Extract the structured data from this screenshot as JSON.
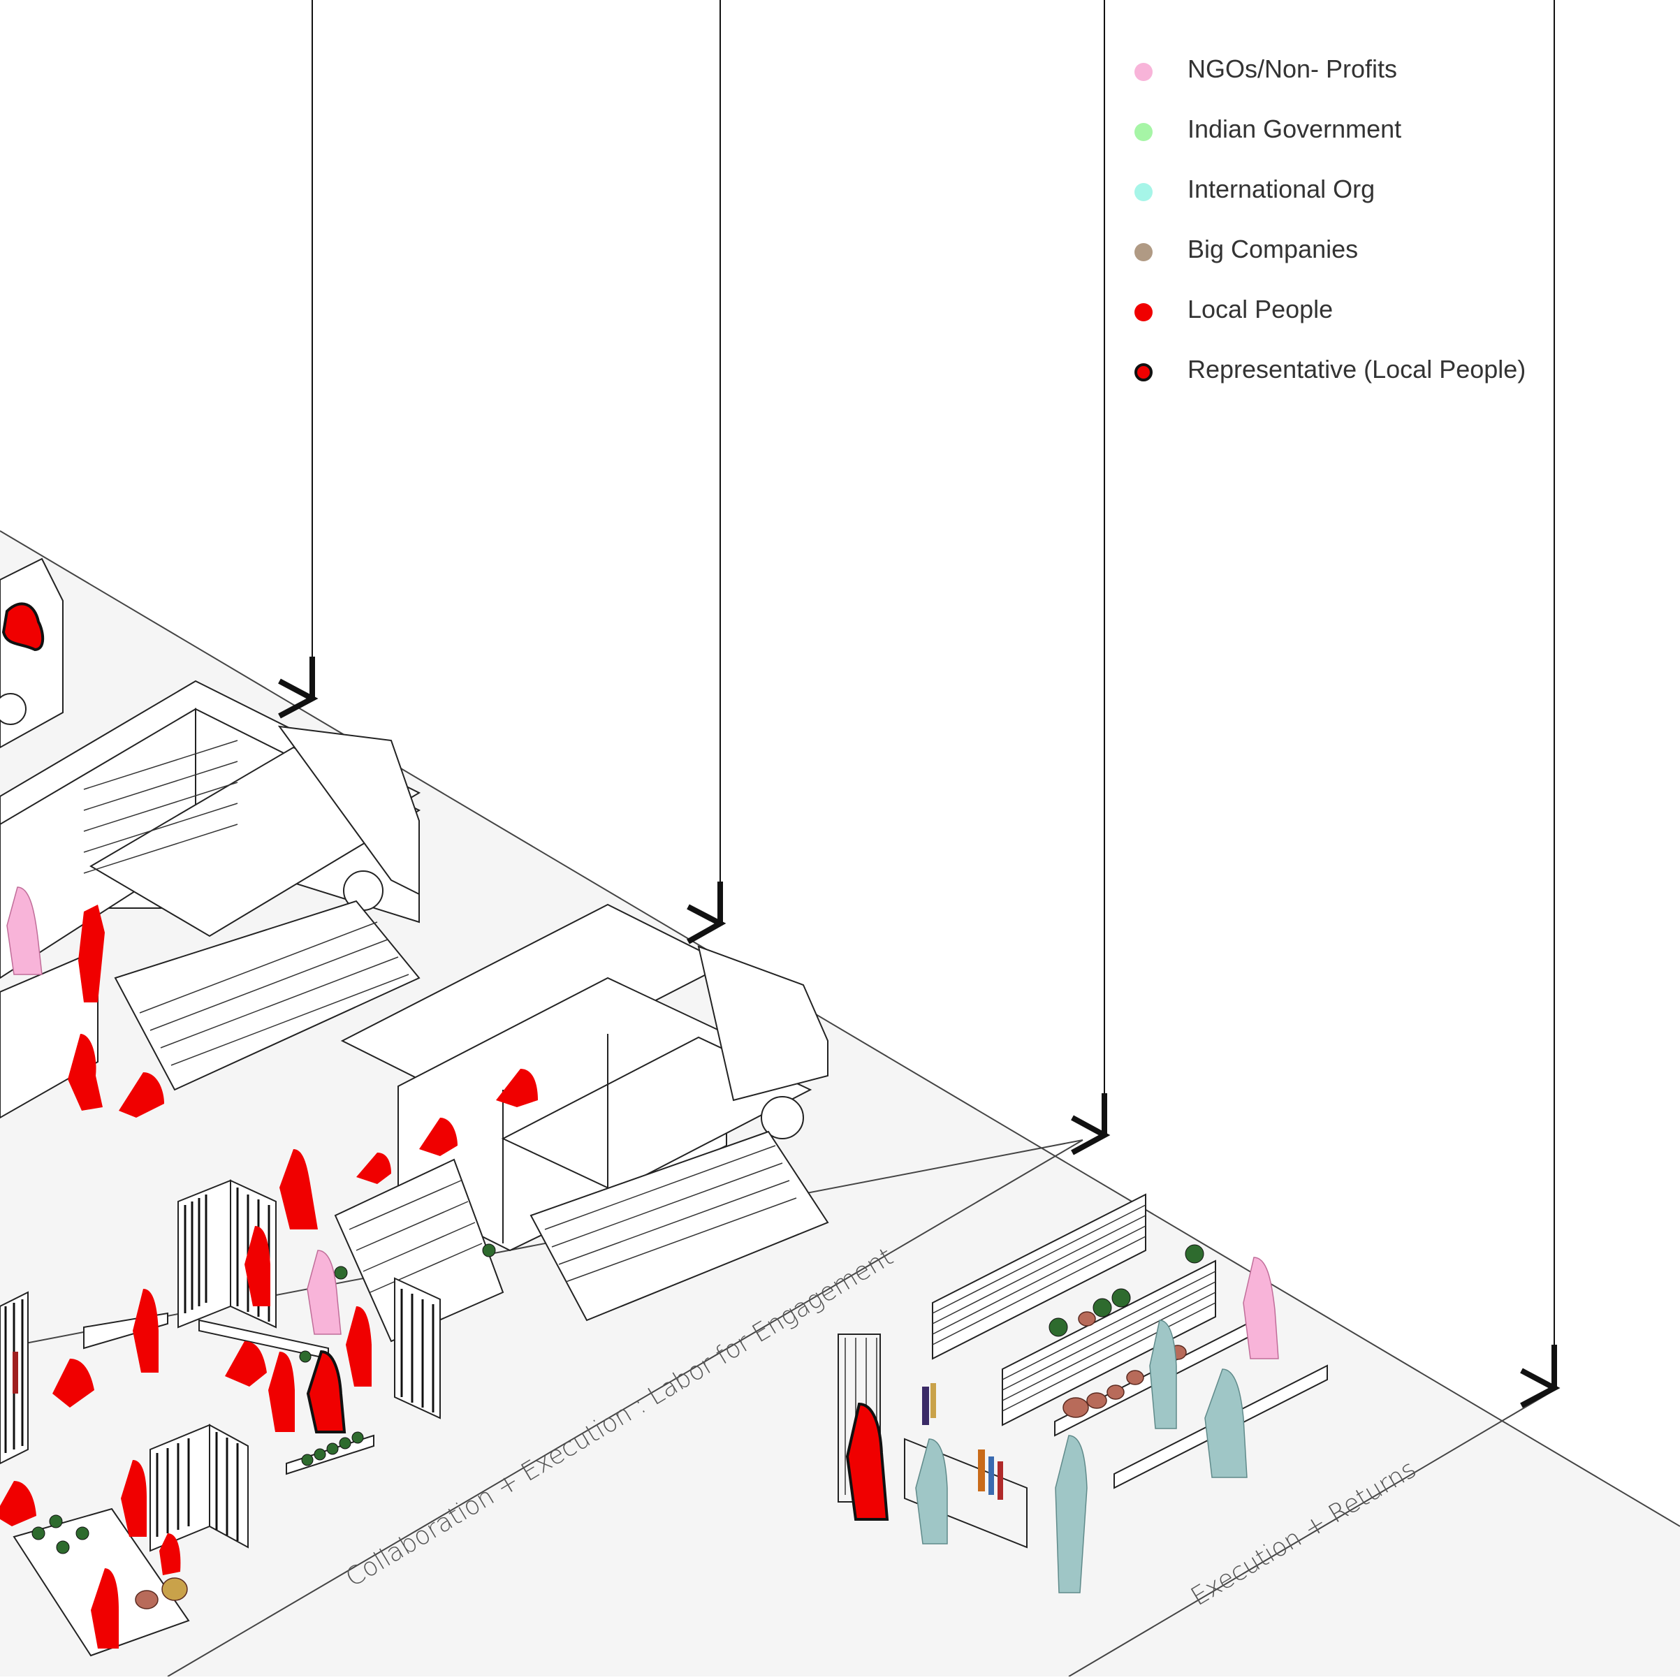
{
  "legend": {
    "items": [
      {
        "label": "NGOs/Non- Profits",
        "color": "#f8b4d9",
        "outlined": false
      },
      {
        "label": "Indian Government",
        "color": "#a6f5a6",
        "outlined": false
      },
      {
        "label": "International Org",
        "color": "#a6f5e8",
        "outlined": false
      },
      {
        "label": "Big Companies",
        "color": "#b09a84",
        "outlined": false
      },
      {
        "label": "Local People",
        "color": "#f00000",
        "outlined": false
      },
      {
        "label": "Representative (Local People)",
        "color": "#f00000",
        "outlined": true
      }
    ]
  },
  "stages": {
    "collaboration": "Collaboration + Execution : Labor for Engagement",
    "returns": "Execution + Returns"
  },
  "colors": {
    "ground": "#f5f5f5",
    "line": "#222222",
    "local": "#f00000",
    "ngo": "#f8b4d9",
    "company_visitor": "#9fc6c6",
    "pot": "#b86b5a"
  }
}
